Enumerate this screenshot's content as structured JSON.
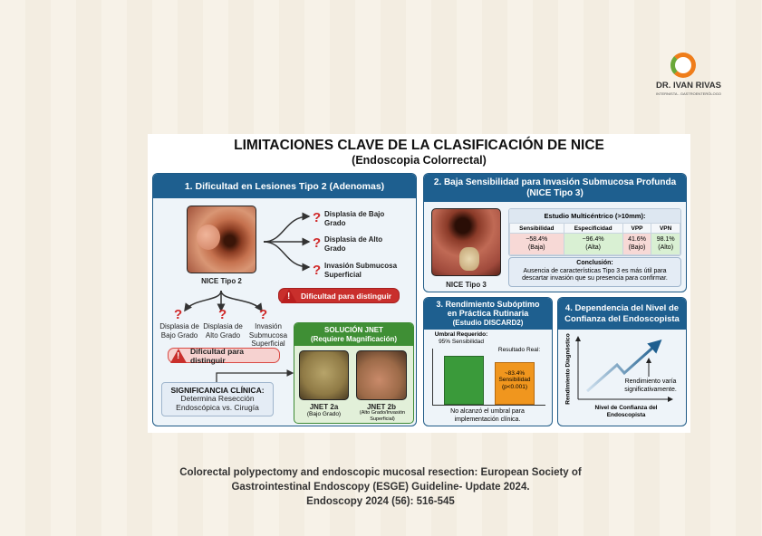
{
  "logo": {
    "name": "DR. IVAN RIVAS",
    "subtitle": "INTERNISTA - GASTROENTERÓLOGO"
  },
  "title": "LIMITACIONES CLAVE DE LA CLASIFICACIÓN DE NICE",
  "subtitle": "(Endoscopia Colorrectal)",
  "panel1": {
    "header": "1. Dificultad en Lesiones Tipo 2 (Adenomas)",
    "image_label": "NICE Tipo 2",
    "right_options": [
      "Displasia de Bajo Grado",
      "Displasia de Alto Grado",
      "Invasión Submucosa Superficial"
    ],
    "bottom_options": [
      "Displasia de Bajo Grado",
      "Displasia de Alto Grado",
      "Invasión Submucosa Superficial"
    ],
    "question_mark": "?",
    "badge": "Dificultad para distinguir",
    "warn": "!",
    "jnet": {
      "title": "SOLUCIÓN JNET",
      "subtitle": "(Requiere Magnificación)",
      "a_label": "JNET 2a",
      "a_sub": "(Bajo Grado)",
      "b_label": "JNET 2b",
      "b_sub": "(Alto Grado/Invasión Superficial)"
    },
    "significance": {
      "title": "SIGNIFICANCIA CLÍNICA:",
      "line1": "Determina Resección",
      "line2": "Endoscópica vs. Cirugía"
    }
  },
  "panel2": {
    "header1": "2. Baja Sensibilidad para Invasión Submucosa Profunda",
    "header2": "(NICE Tipo 3)",
    "image_label": "NICE Tipo 3",
    "table_title": "Estudio Multicéntrico (>10mm):",
    "columns": [
      {
        "name": "Sensibilidad",
        "value": "~58.4%",
        "note": "(Baja)",
        "color": "#f7d9d6"
      },
      {
        "name": "Especificidad",
        "value": "~96.4%",
        "note": "(Alta)",
        "color": "#d9f0d3"
      },
      {
        "name": "VPP",
        "value": "41.6%",
        "note": "(Bajo)",
        "color": "#f7d9d6"
      },
      {
        "name": "VPN",
        "value": "98.1%",
        "note": "(Alto)",
        "color": "#d9f0d3"
      }
    ],
    "conclusion_title": "Conclusión:",
    "conclusion_1": "Ausencia de características Tipo 3 es más útil para",
    "conclusion_2": "descartar invasión que su presencia para confirmar."
  },
  "panel3": {
    "header1": "3. Rendimiento Subóptimo",
    "header2": "en Práctica Rutinaria",
    "header3": "(Estudio DISCARD2)",
    "required_label": "Umbral Requerido:",
    "required_value": "95% Sensibilidad",
    "required_pct": 95,
    "actual_label": "Resultado Real:",
    "actual_value": "~83.4%",
    "actual_metric": "Sensibilidad",
    "actual_p": "(p<0.001)",
    "actual_pct": 83.4,
    "footer1": "No alcanzó el umbral para",
    "footer2": "implementación clínica."
  },
  "panel4": {
    "header1": "4. Dependencia del Nivel de",
    "header2": "Confianza del Endoscopista",
    "ylabel": "Rendimiento Diagnóstico",
    "xlabel1": "Nivel de Confianza del",
    "xlabel2": "Endoscopista",
    "note1": "Rendimiento varía",
    "note2": "significativamente."
  },
  "citation": {
    "line1": "Colorectal polypectomy and endoscopic mucosal resection: European Society  of",
    "line2": "Gastrointestinal Endoscopy (ESGE) Guideline- Update 2024.",
    "line3": "Endoscopy 2024 (56): 516-545"
  }
}
